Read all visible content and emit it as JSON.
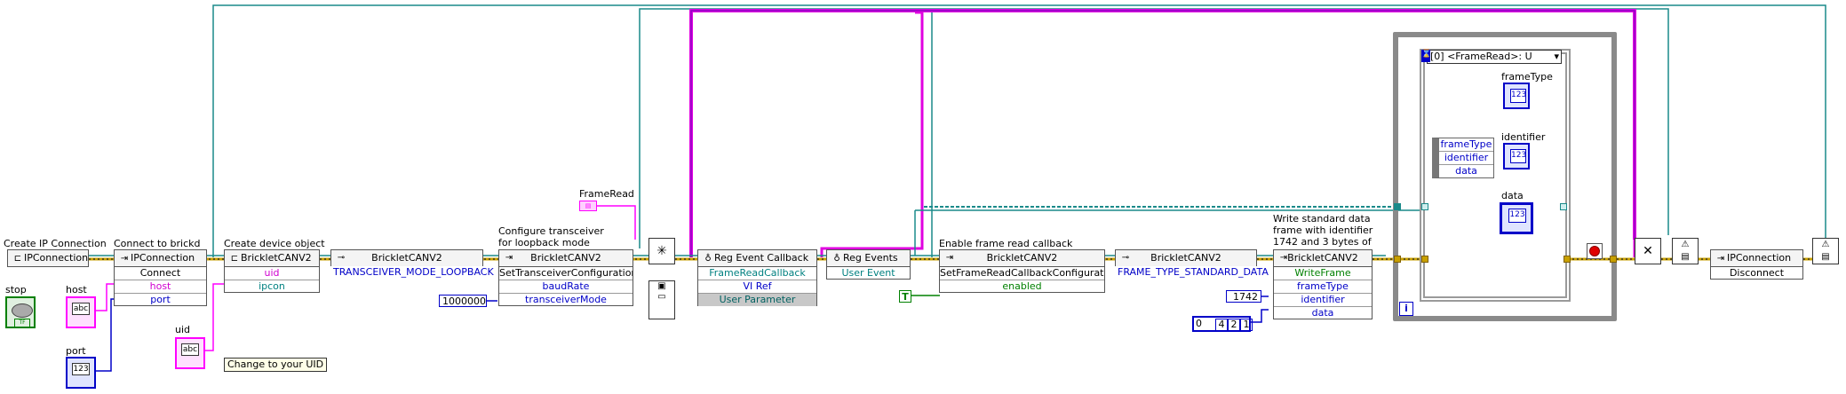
{
  "labels": {
    "create_ip": "Create IP Connection",
    "connect": "Connect to brickd",
    "create_device": "Create device object",
    "configure": "Configure transceiver for loopback mode",
    "frameread_label": "FrameRead",
    "enable_cb": "Enable frame read callback",
    "write_std": "Write standard data frame with identifier 1742 and 3 bytes of data",
    "stop": "stop",
    "host": "host",
    "port": "port",
    "uid": "uid",
    "change_uid_tip": "Change to your UID"
  },
  "nodes": {
    "ipcon_create": {
      "title": "IPConnection"
    },
    "ipcon_connect": {
      "title": "IPConnection",
      "rows": [
        "Connect",
        "host",
        "port"
      ]
    },
    "can_create": {
      "title": "BrickletCANV2",
      "rows": [
        "uid",
        "ipcon"
      ]
    },
    "can_ref": {
      "title": "BrickletCANV2"
    },
    "can_set_tx": {
      "title": "BrickletCANV2",
      "rows": [
        "SetTransceiverConfiguration",
        "baudRate",
        "transceiverMode"
      ]
    },
    "reg_cb": {
      "title": "Reg Event Callback",
      "rows": [
        "FrameReadCallback",
        "VI Ref",
        "User Parameter"
      ]
    },
    "reg_ev": {
      "title": "Reg Events",
      "rows": [
        "User Event"
      ]
    },
    "can_enable": {
      "title": "BrickletCANV2",
      "rows": [
        "SetFrameReadCallbackConfiguration",
        "enabled"
      ]
    },
    "can_ref2": {
      "title": "BrickletCANV2"
    },
    "can_write": {
      "title": "BrickletCANV2",
      "rows": [
        "WriteFrame",
        "frameType",
        "identifier",
        "data"
      ]
    },
    "ipcon_disc": {
      "title": "IPConnection",
      "rows": [
        "Disconnect"
      ]
    }
  },
  "constants": {
    "tx_mode": "TRANSCEIVER_MODE_LOOPBACK",
    "baud": "1000000",
    "enabled": "T",
    "frame_type": "FRAME_TYPE_STANDARD_DATA",
    "identifier": "1742",
    "arr_index": "0",
    "arr_vals": [
      "4",
      "2",
      "1"
    ],
    "stop_val": "F"
  },
  "event": {
    "selector": "[0] <FrameRead>: U",
    "unbundle": [
      "frameType",
      "identifier",
      "data"
    ],
    "ind_frame_type": "frameType",
    "ind_identifier": "identifier",
    "ind_data": "data",
    "loop_i": "i",
    "num_glyph": "123",
    "str_glyph": "abc"
  },
  "colors": {
    "ref_wire": "#1a8a8a",
    "error_wire": "#c8a000",
    "string_wire": "#ff00ff",
    "int_wire": "#0000c8",
    "bool_wire": "#008000",
    "event_wire": "#a020f0"
  }
}
